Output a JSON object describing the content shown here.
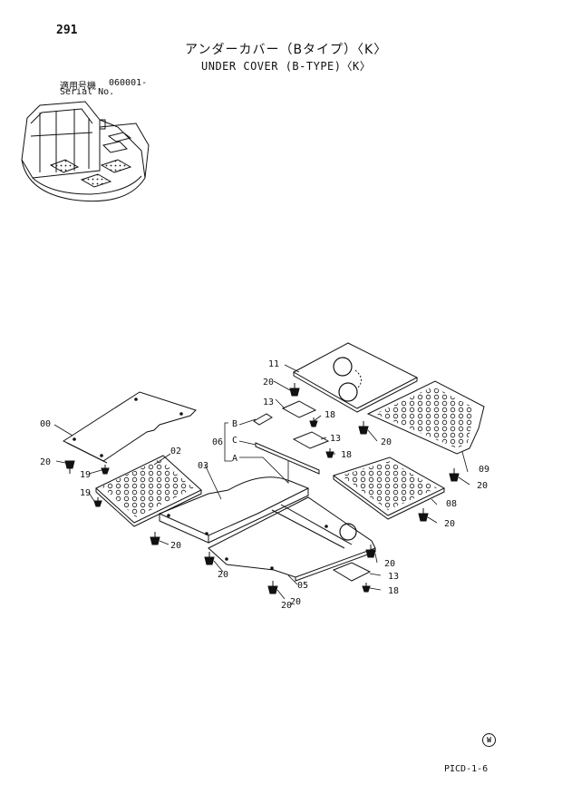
{
  "header": {
    "page_number": "291",
    "title_jp": "アンダーカバー（Bタイプ）〈K〉",
    "title_en": "UNDER COVER (B-TYPE)〈K〉",
    "serial_label_jp": "適用号機",
    "serial_value": "060001-",
    "serial_label_en": "Serial No."
  },
  "parts": {
    "p00": "00",
    "p02": "02",
    "p03": "03",
    "p05": "05",
    "p06": "06",
    "p08": "08",
    "p09": "09",
    "p11": "11",
    "p13a": "13",
    "p13b": "13",
    "p13c": "13",
    "p18a": "18",
    "p18b": "18",
    "p18c": "18",
    "p19a": "19",
    "p19b": "19",
    "p20a": "20",
    "p20b": "20",
    "p20c": "20",
    "p20d": "20",
    "p20e": "20",
    "p20f": "20",
    "p20g": "20",
    "p20h": "20",
    "p20i": "20",
    "p20j": "20",
    "sA": "A",
    "sB": "B",
    "sC": "C"
  },
  "footer": {
    "w_mark": "W",
    "pic_code": "PICD-1-6"
  }
}
